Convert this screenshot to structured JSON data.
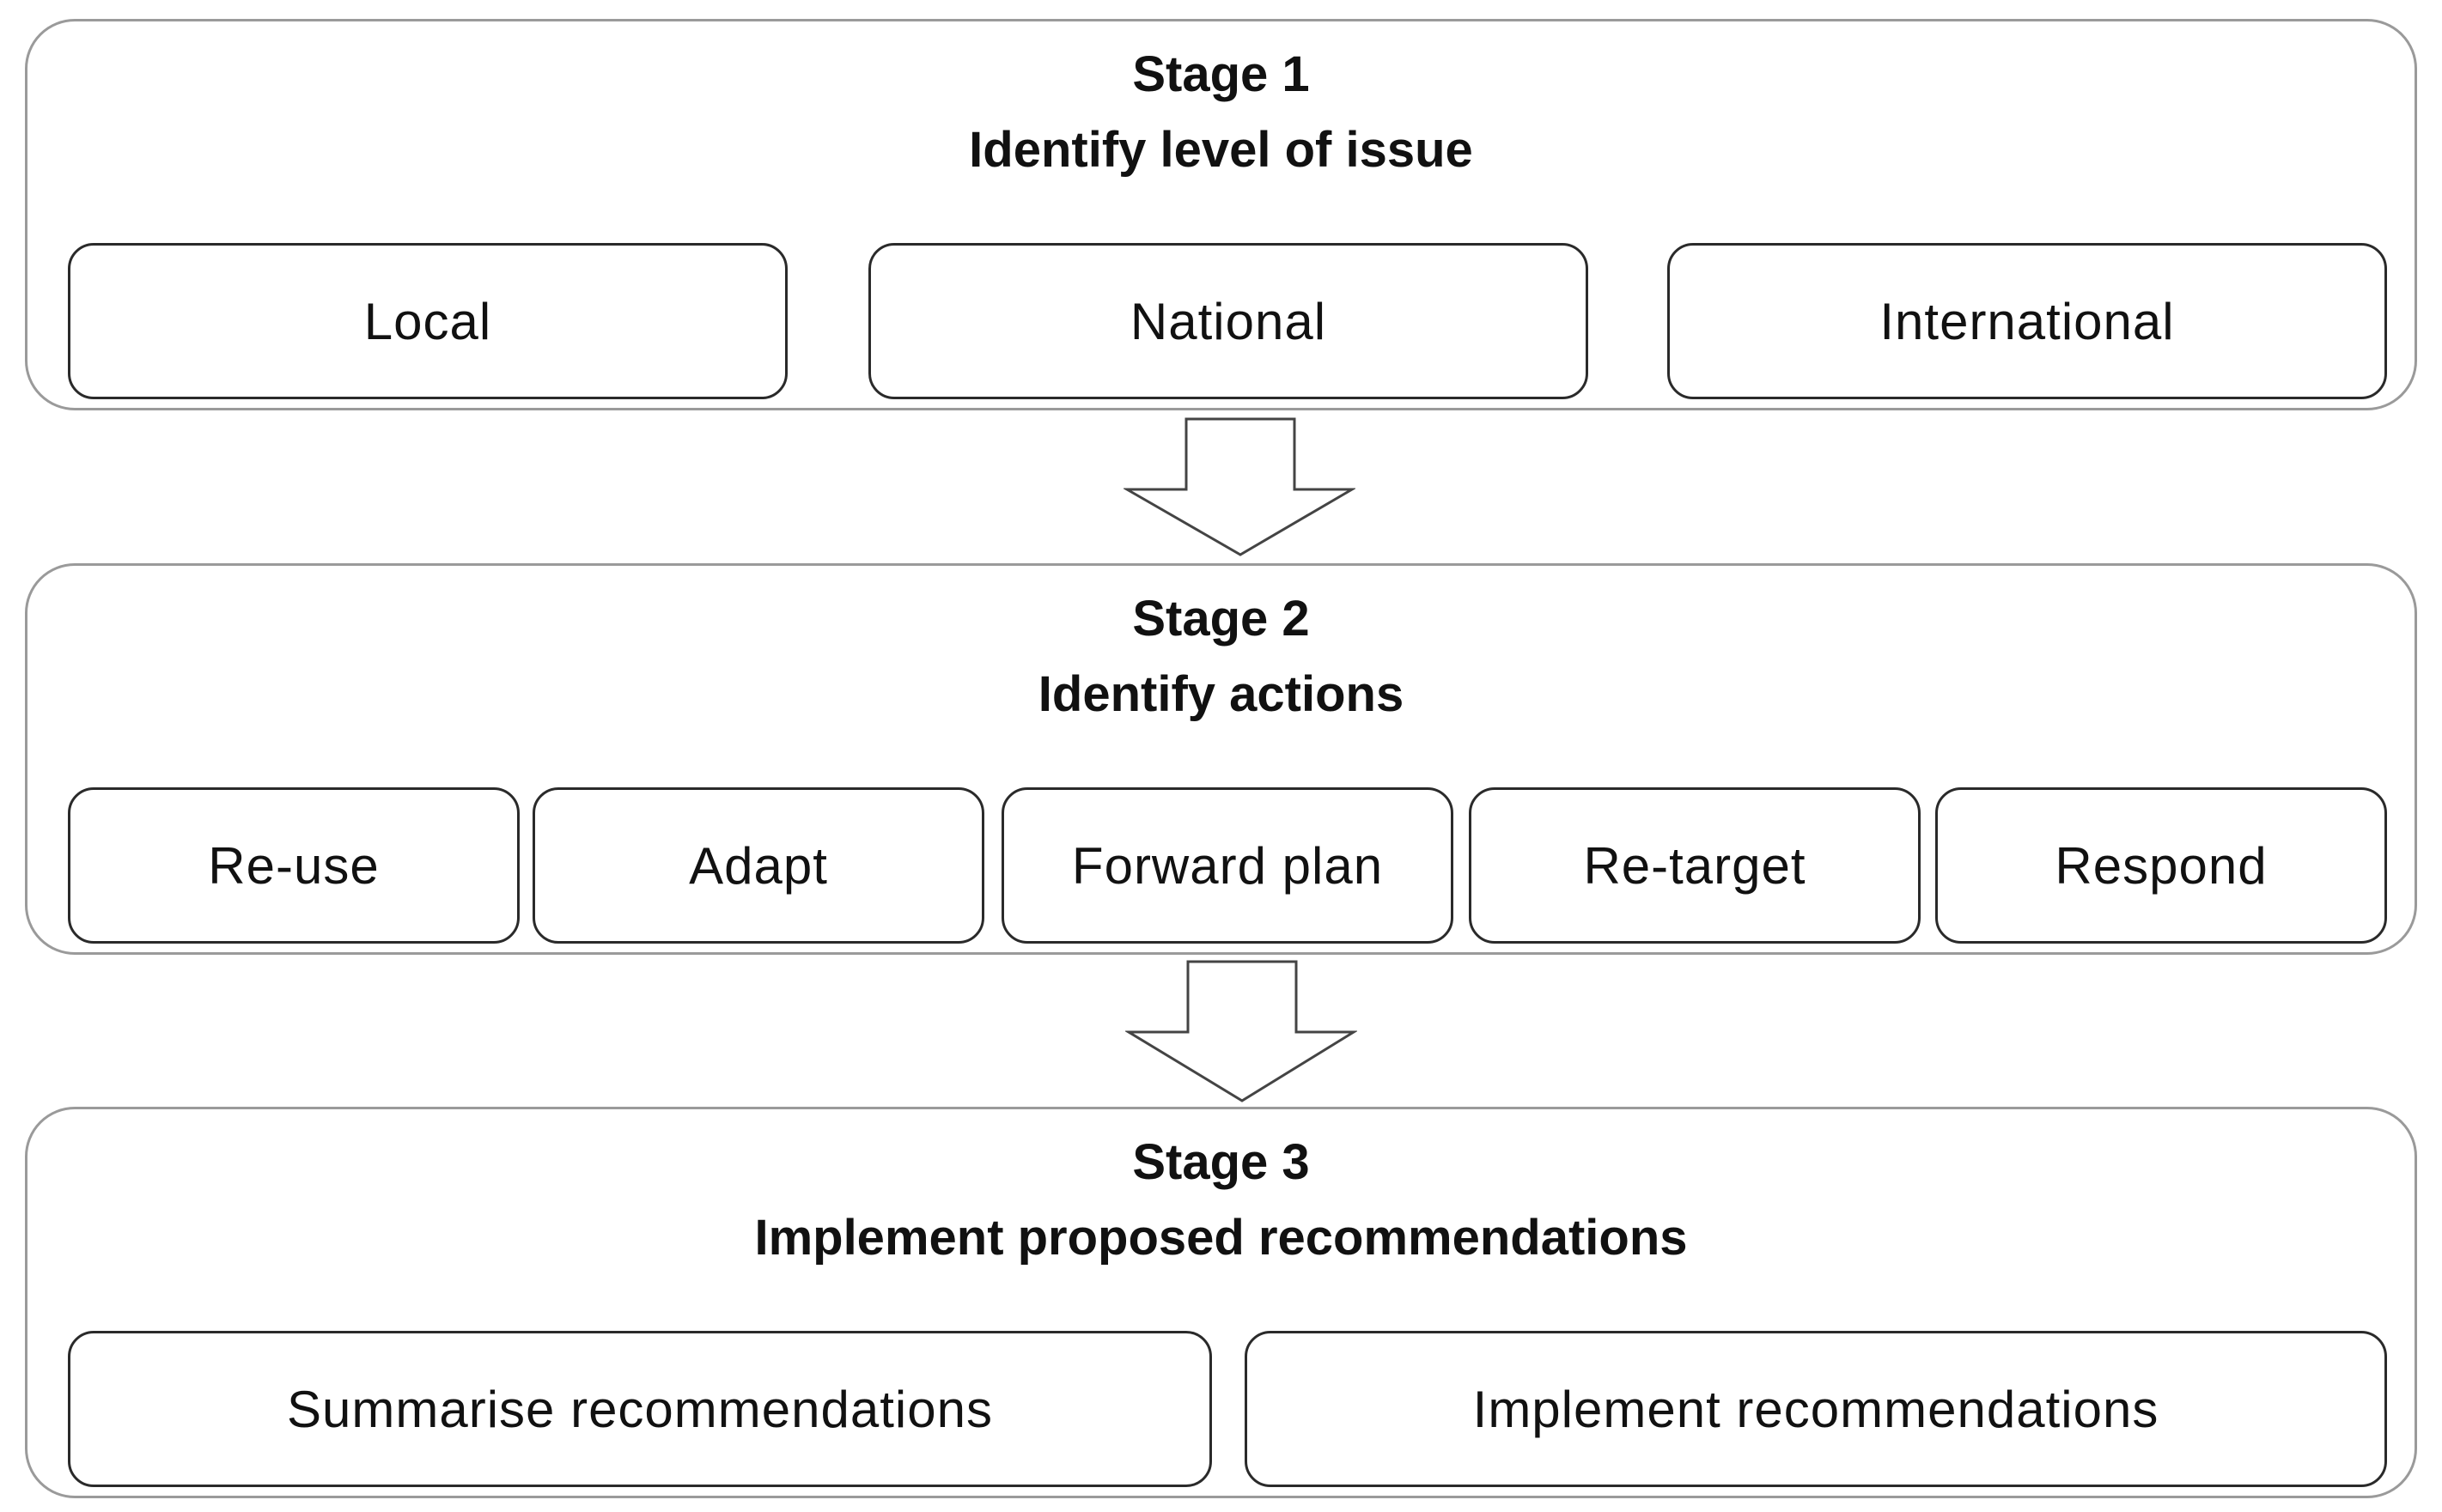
{
  "stages": [
    {
      "label": "Stage 1",
      "title": "Identify level of issue",
      "items": [
        "Local",
        "National",
        "International"
      ]
    },
    {
      "label": "Stage 2",
      "title": "Identify actions",
      "items": [
        "Re-use",
        "Adapt",
        "Forward plan",
        "Re-target",
        "Respond"
      ]
    },
    {
      "label": "Stage 3",
      "title": "Implement proposed recommendations",
      "items": [
        "Summarise recommendations",
        "Implement recommendations"
      ]
    }
  ],
  "colors": {
    "stage_border": "#9a9a9a",
    "box_border": "#2a2a2a",
    "arrow_stroke": "#444444"
  }
}
